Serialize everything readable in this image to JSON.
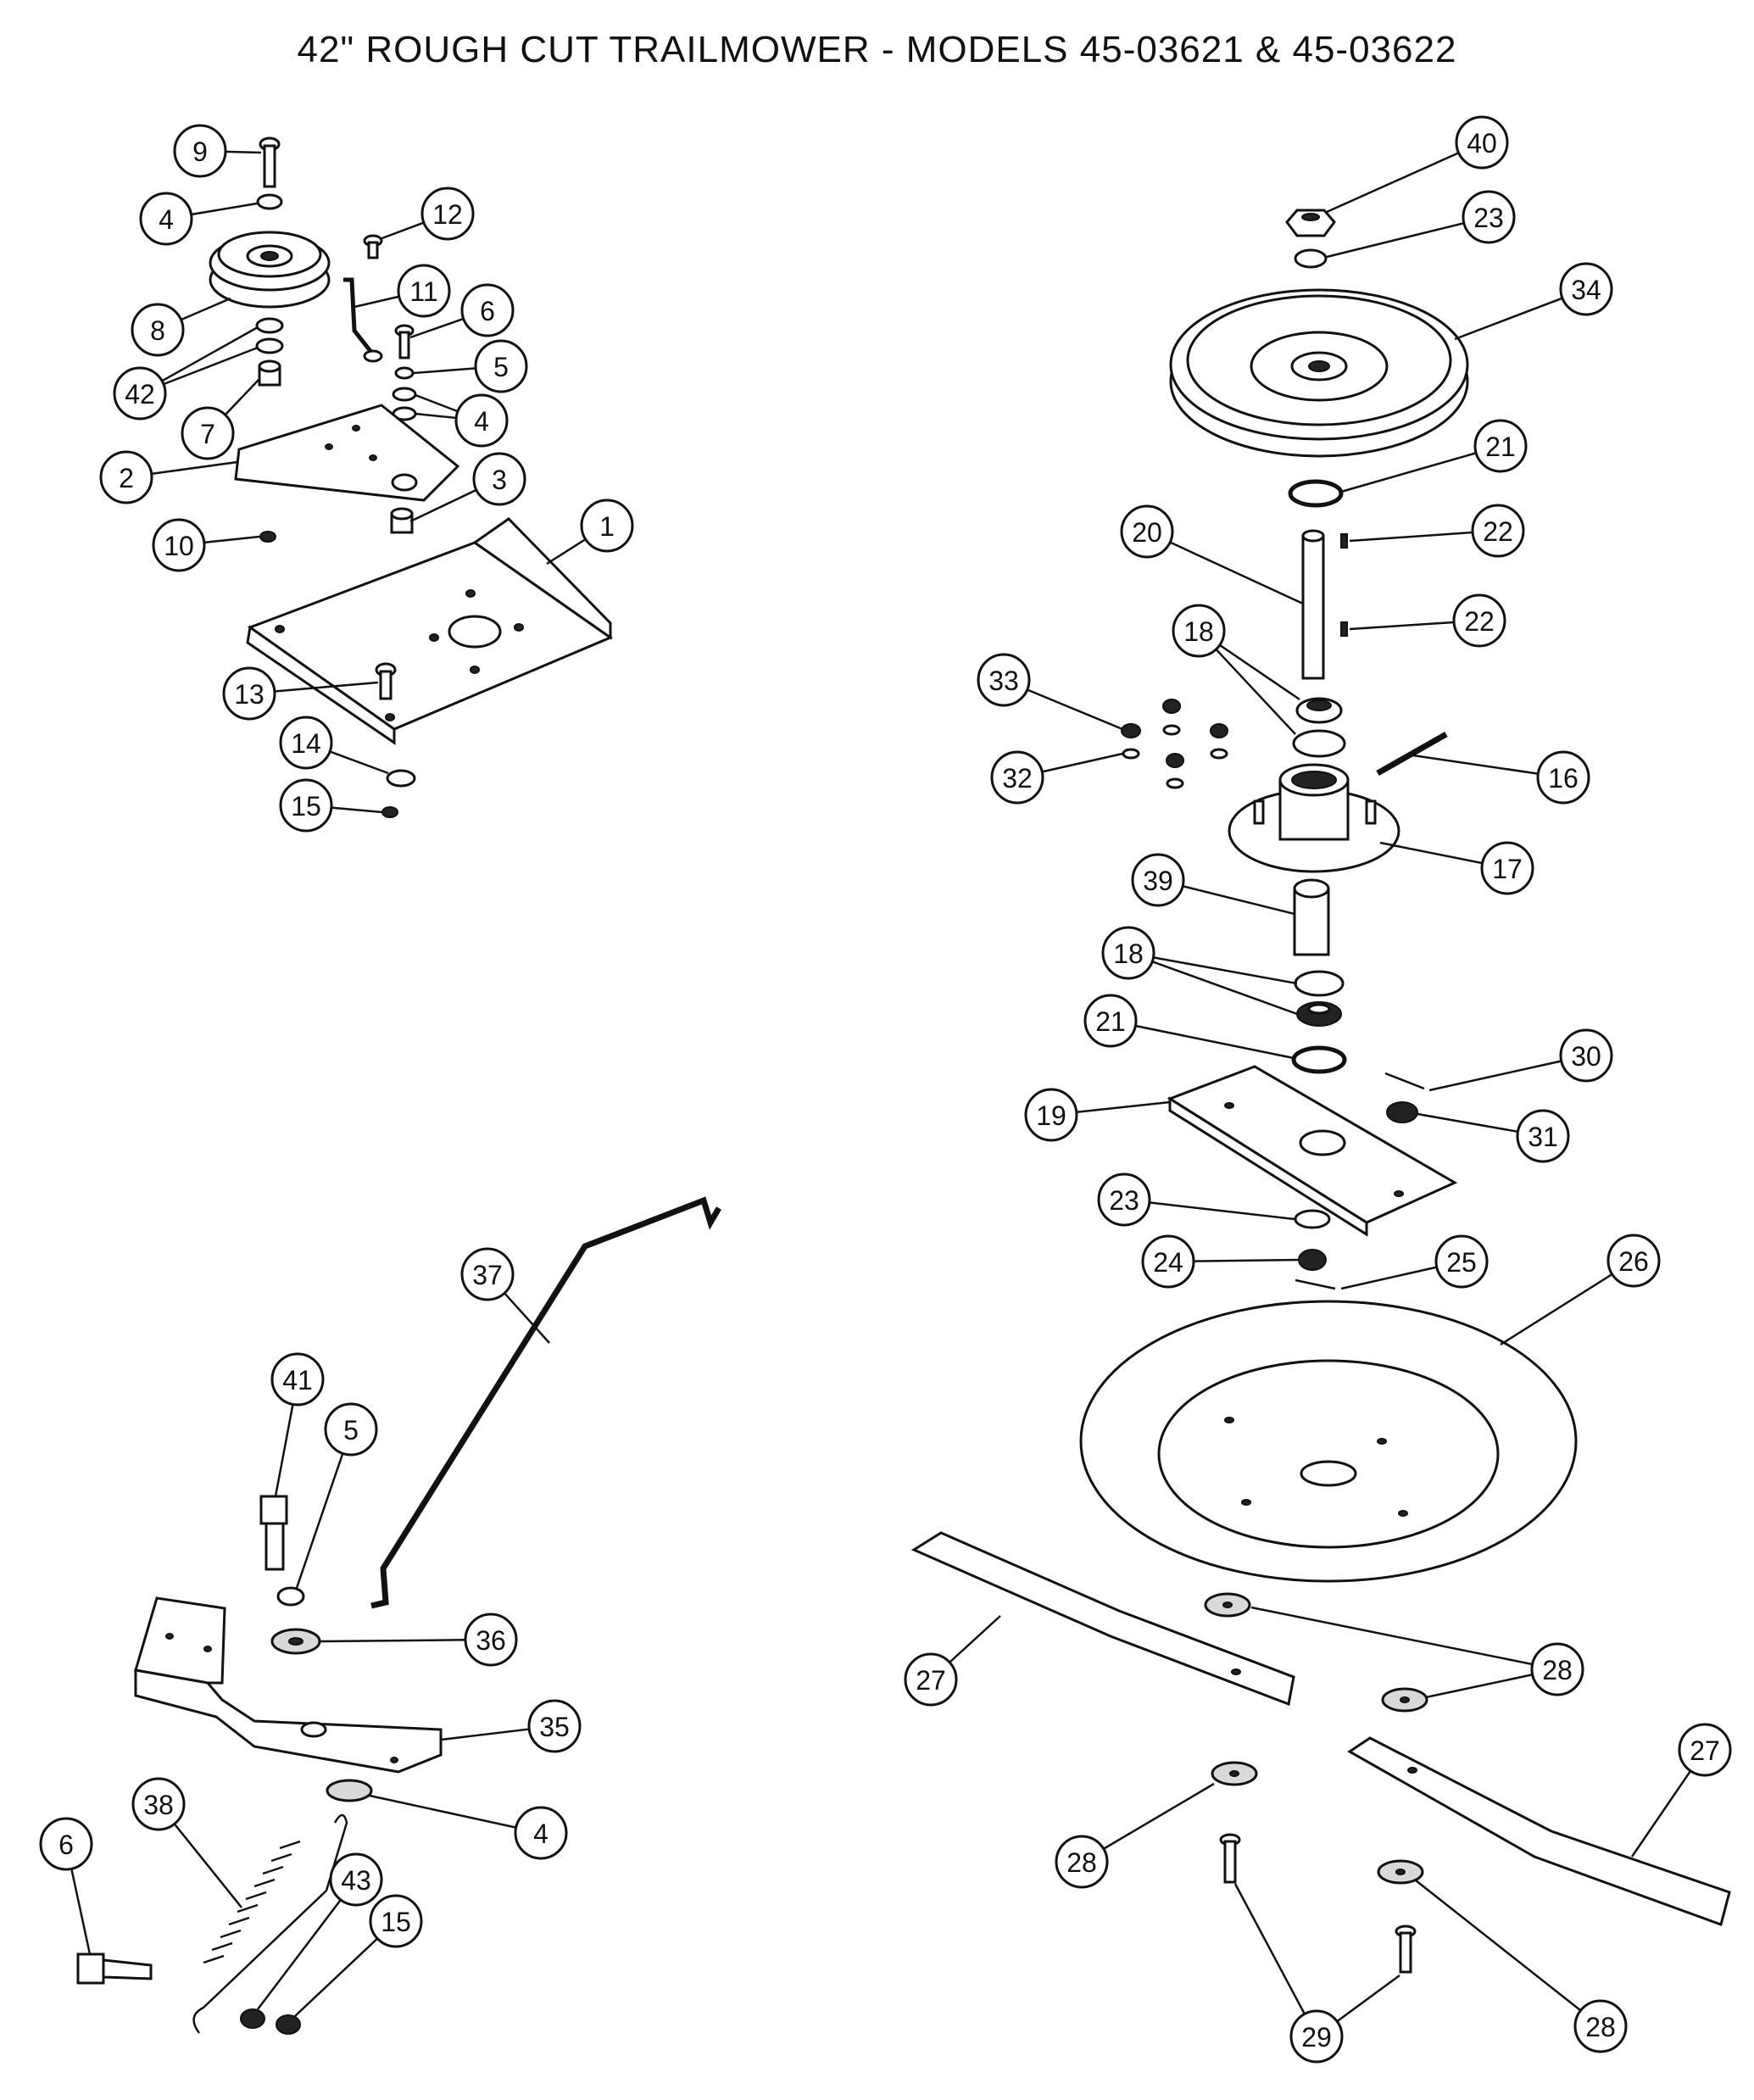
{
  "title": "42\" ROUGH CUT TRAILMOWER - MODELS 45-03621 & 45-03622",
  "callouts": [
    {
      "id": "c-9",
      "label": "9"
    },
    {
      "id": "c-4a",
      "label": "4"
    },
    {
      "id": "c-12",
      "label": "12"
    },
    {
      "id": "c-11",
      "label": "11"
    },
    {
      "id": "c-6a",
      "label": "6"
    },
    {
      "id": "c-8",
      "label": "8"
    },
    {
      "id": "c-5a",
      "label": "5"
    },
    {
      "id": "c-42",
      "label": "42"
    },
    {
      "id": "c-4b",
      "label": "4"
    },
    {
      "id": "c-7",
      "label": "7"
    },
    {
      "id": "c-2",
      "label": "2"
    },
    {
      "id": "c-3",
      "label": "3"
    },
    {
      "id": "c-10",
      "label": "10"
    },
    {
      "id": "c-1",
      "label": "1"
    },
    {
      "id": "c-13",
      "label": "13"
    },
    {
      "id": "c-14",
      "label": "14"
    },
    {
      "id": "c-15a",
      "label": "15"
    },
    {
      "id": "c-40",
      "label": "40"
    },
    {
      "id": "c-23a",
      "label": "23"
    },
    {
      "id": "c-34",
      "label": "34"
    },
    {
      "id": "c-21a",
      "label": "21"
    },
    {
      "id": "c-20",
      "label": "20"
    },
    {
      "id": "c-22a",
      "label": "22"
    },
    {
      "id": "c-22b",
      "label": "22"
    },
    {
      "id": "c-18a",
      "label": "18"
    },
    {
      "id": "c-33",
      "label": "33"
    },
    {
      "id": "c-32",
      "label": "32"
    },
    {
      "id": "c-16",
      "label": "16"
    },
    {
      "id": "c-17",
      "label": "17"
    },
    {
      "id": "c-39",
      "label": "39"
    },
    {
      "id": "c-18b",
      "label": "18"
    },
    {
      "id": "c-21b",
      "label": "21"
    },
    {
      "id": "c-30",
      "label": "30"
    },
    {
      "id": "c-19",
      "label": "19"
    },
    {
      "id": "c-31",
      "label": "31"
    },
    {
      "id": "c-23b",
      "label": "23"
    },
    {
      "id": "c-24",
      "label": "24"
    },
    {
      "id": "c-25",
      "label": "25"
    },
    {
      "id": "c-26",
      "label": "26"
    },
    {
      "id": "c-37",
      "label": "37"
    },
    {
      "id": "c-41",
      "label": "41"
    },
    {
      "id": "c-5b",
      "label": "5"
    },
    {
      "id": "c-36",
      "label": "36"
    },
    {
      "id": "c-35",
      "label": "35"
    },
    {
      "id": "c-28a",
      "label": "28"
    },
    {
      "id": "c-27a",
      "label": "27"
    },
    {
      "id": "c-28b",
      "label": "28"
    },
    {
      "id": "c-27b",
      "label": "27"
    },
    {
      "id": "c-4c",
      "label": "4"
    },
    {
      "id": "c-38",
      "label": "38"
    },
    {
      "id": "c-6b",
      "label": "6"
    },
    {
      "id": "c-43",
      "label": "43"
    },
    {
      "id": "c-15b",
      "label": "15"
    },
    {
      "id": "c-28c",
      "label": "28"
    },
    {
      "id": "c-29",
      "label": "29"
    },
    {
      "id": "c-28d",
      "label": "28"
    }
  ]
}
